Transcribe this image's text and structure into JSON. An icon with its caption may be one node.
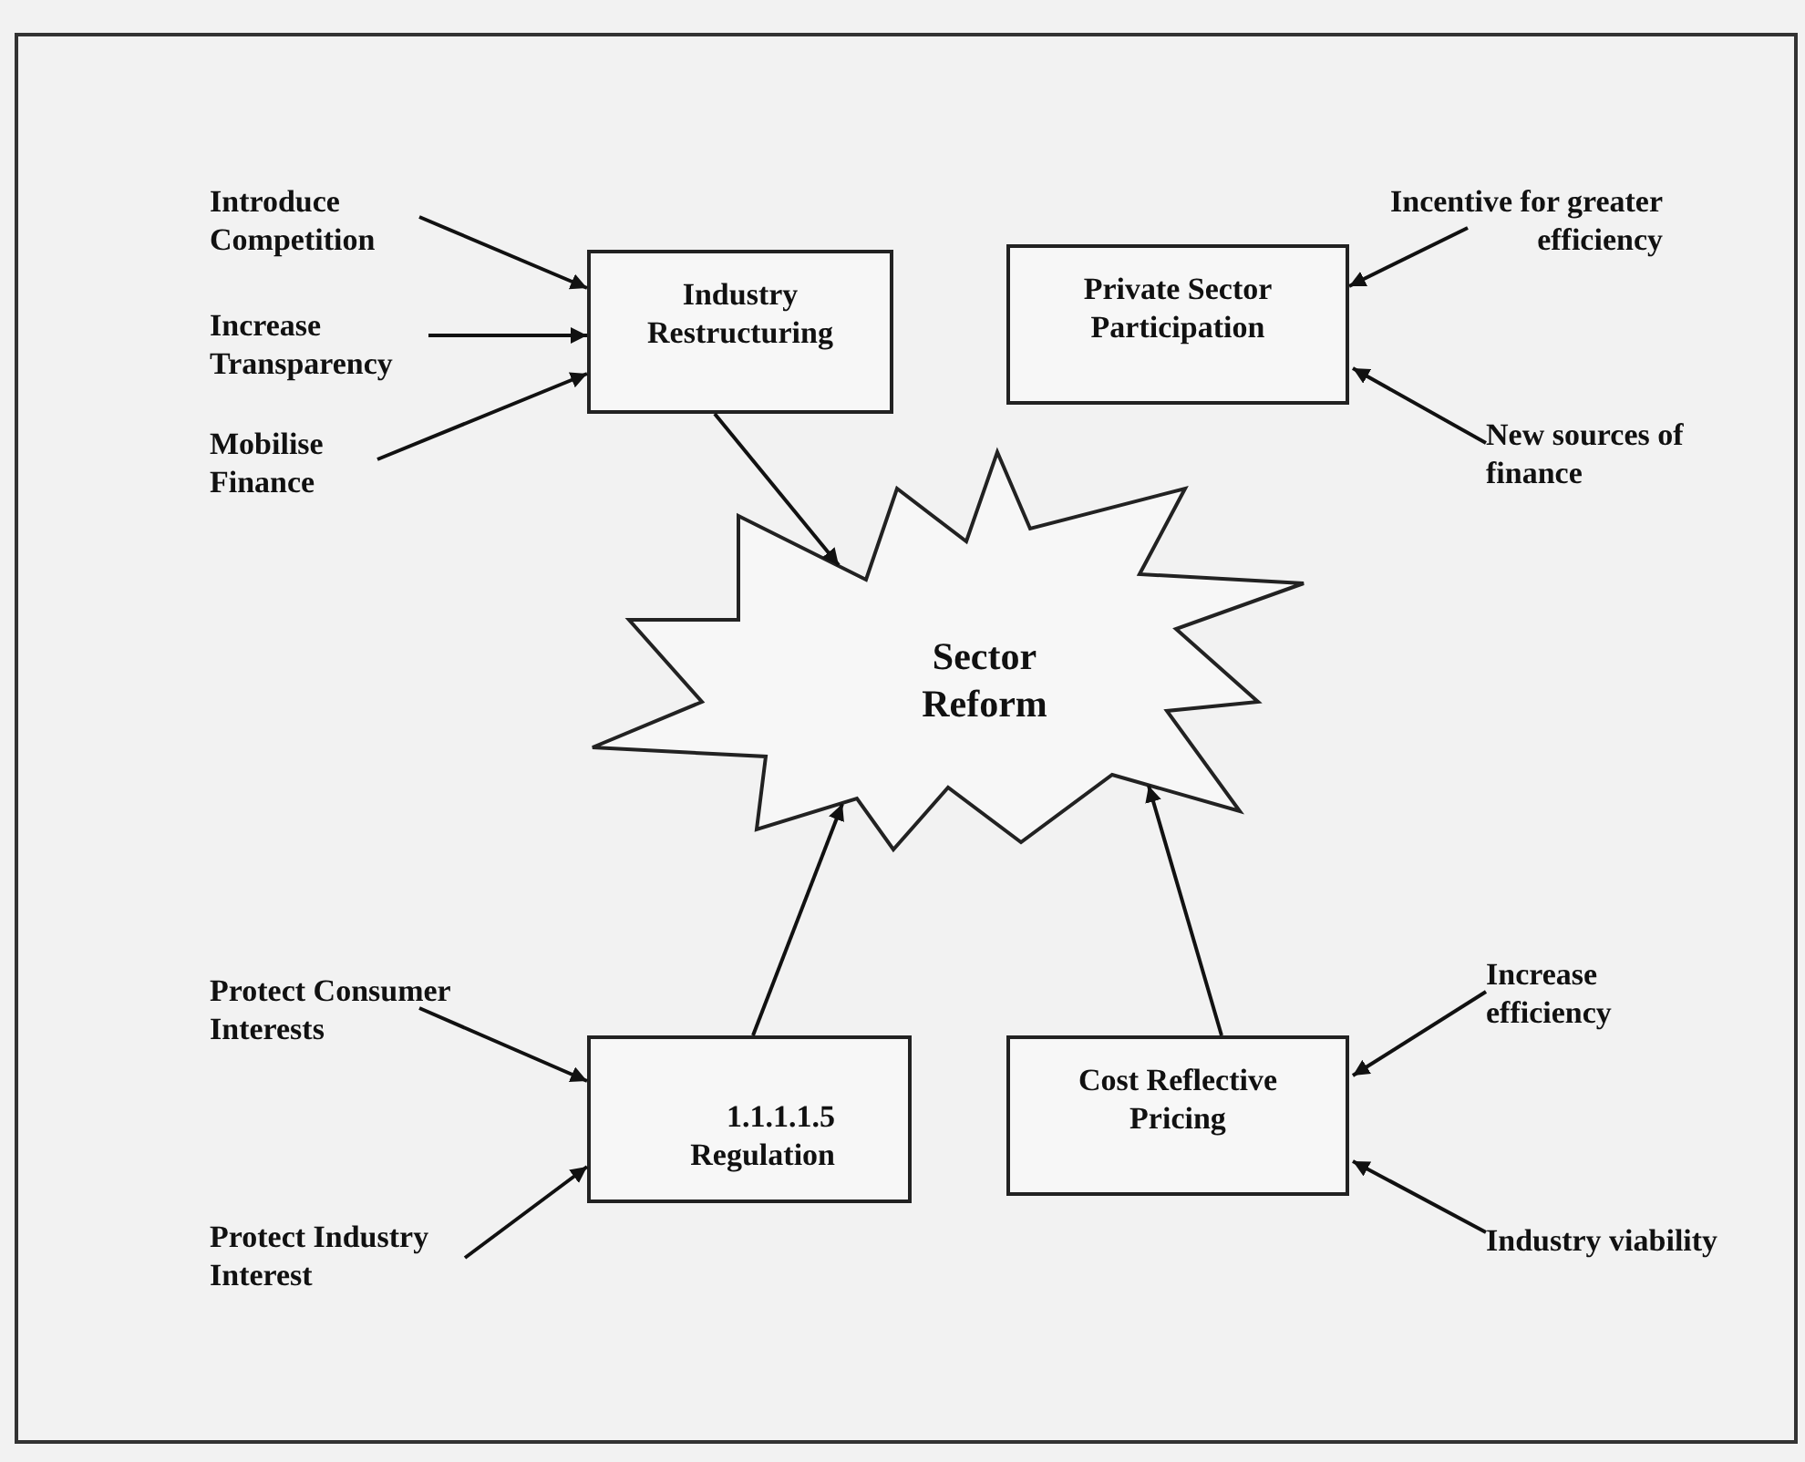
{
  "diagram": {
    "nodes": [
      {
        "text": [
          "Introduce Competition"
        ]
      },
      {
        "text": [
          "Increase Transparency"
        ]
      },
      {
        "text": [
          "Mobilise Finance"
        ]
      },
      {
        "text": [
          "Industry Restructuring"
        ]
      },
      {
        "text": [
          "Private Sector Participation"
        ]
      },
      {
        "text": [
          "Incentive for greater efficiency"
        ]
      },
      {
        "text": [
          "New sources of finance"
        ]
      },
      {
        "text": [
          "Sector Reform"
        ]
      },
      {
        "text": [
          "Protect Consumer Interests"
        ]
      },
      {
        "text": [
          "Protect Industry Interest"
        ]
      },
      {
        "text": [
          "1.1.1.1.5 Regulation"
        ]
      },
      {
        "text": [
          "Cost Reflective Pricing"
        ]
      },
      {
        "text": [
          "Increase efficiency"
        ]
      },
      {
        "text": [
          "Industry viability"
        ]
      }
    ],
    "edges": [
      {
        "from": 0,
        "to": 3,
        "arrow": "to"
      },
      {
        "from": 1,
        "to": 3,
        "arrow": "to"
      },
      {
        "from": 2,
        "to": 3,
        "arrow": "to"
      },
      {
        "from": 3,
        "to": 7,
        "arrow": "to"
      },
      {
        "from": 5,
        "to": 4,
        "arrow": "to"
      },
      {
        "from": 6,
        "to": 4,
        "arrow": "to"
      },
      {
        "from": 8,
        "to": 10,
        "arrow": "to"
      },
      {
        "from": 9,
        "to": 10,
        "arrow": "to"
      },
      {
        "from": 10,
        "to": 7,
        "arrow": "to"
      },
      {
        "from": 11,
        "to": 7,
        "arrow": "to"
      },
      {
        "from": 12,
        "to": 11,
        "arrow": "to"
      },
      {
        "from": 13,
        "to": 11,
        "arrow": "to"
      }
    ]
  }
}
